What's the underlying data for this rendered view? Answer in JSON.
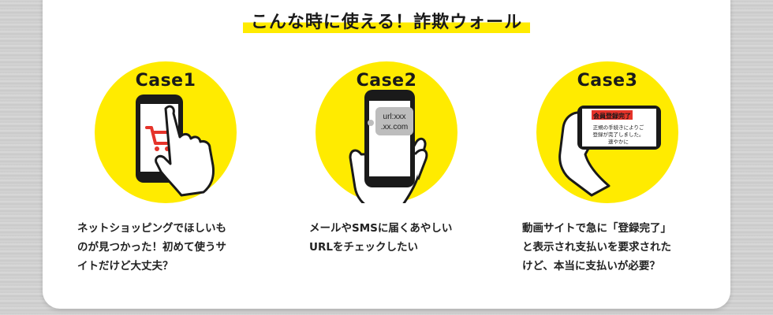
{
  "title": "こんな時に使える！詐欺ウォール",
  "colors": {
    "accent": "#ffeb00",
    "cart": "#e5332a",
    "text": "#1a1a1a"
  },
  "cases": [
    {
      "label": "Case1",
      "icon": "phone-tap-cart",
      "desc_lines": [
        "ネットショッピングでほしいも",
        "のが見つかった！初めて使うサ",
        "イトだけど大丈夫？"
      ]
    },
    {
      "label": "Case2",
      "icon": "phone-message-url",
      "bubble_lines": [
        "url:xxx",
        ".xx.com"
      ],
      "desc_lines": [
        "メールやSMSに届くあやしい",
        "URLをチェックしたい"
      ]
    },
    {
      "label": "Case3",
      "icon": "phone-landscape-alert",
      "banner": "会員登録完了",
      "screen_lines": [
        "正規の手続きによりご",
        "登録が完了しました。",
        "速やかに"
      ],
      "desc_lines": [
        "動画サイトで急に「登録完了」",
        "と表示され支払いを要求された",
        "けど、本当に支払いが必要？"
      ]
    }
  ]
}
